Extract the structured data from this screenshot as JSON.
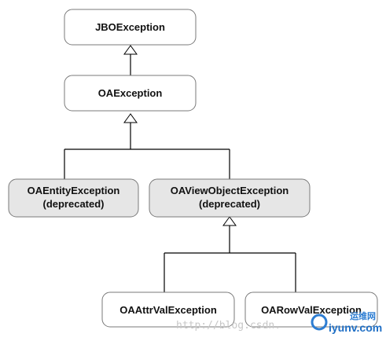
{
  "nodes": {
    "jbo": {
      "lines": [
        "JBOException"
      ],
      "deprecated": false
    },
    "oa": {
      "lines": [
        "OAException"
      ],
      "deprecated": false
    },
    "entity": {
      "lines": [
        "OAEntityException",
        "(deprecated)"
      ],
      "deprecated": true
    },
    "viewobject": {
      "lines": [
        "OAViewObjectException",
        "(deprecated)"
      ],
      "deprecated": true
    },
    "attrval": {
      "lines": [
        "OAAttrValException"
      ],
      "deprecated": false
    },
    "rowval": {
      "lines": [
        "OARowValException"
      ],
      "deprecated": false
    }
  },
  "edges": [
    {
      "from": "oa",
      "to": "jbo",
      "type": "inheritance"
    },
    {
      "from": "entity",
      "to": "oa",
      "type": "inheritance"
    },
    {
      "from": "viewobject",
      "to": "oa",
      "type": "inheritance"
    },
    {
      "from": "attrval",
      "to": "viewobject",
      "type": "inheritance"
    },
    {
      "from": "rowval",
      "to": "viewobject",
      "type": "inheritance"
    }
  ],
  "colors": {
    "box_fill": "#ffffff",
    "deprecated_fill": "#e6e6e6",
    "box_stroke": "#7a7a7a",
    "line": "#000000"
  },
  "watermark": {
    "url_text": "http://blog.csdn.",
    "logo_text": "iyunv.com",
    "logo_cn": "运维网"
  }
}
